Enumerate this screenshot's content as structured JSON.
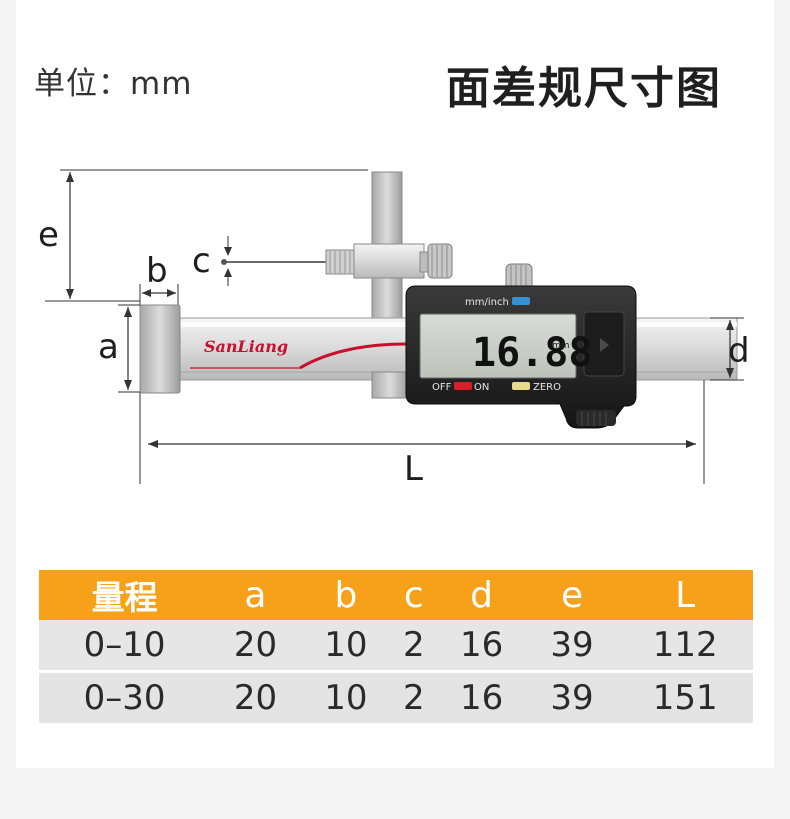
{
  "header": {
    "unit_label": "单位：mm",
    "title": "面差规尺寸图"
  },
  "diagram": {
    "labels": {
      "e": "e",
      "b": "b",
      "c": "c",
      "a": "a",
      "d": "d",
      "L": "L"
    },
    "brand": "SanLiang",
    "unit_toggle_label": "mm/inch",
    "display_value": "16.88",
    "display_unit": "mm",
    "off_label": "OFF",
    "on_label": "ON",
    "zero_label": "ZERO"
  },
  "spec_table": {
    "headers": [
      "量程",
      "a",
      "b",
      "c",
      "d",
      "e",
      "L"
    ],
    "rows": [
      [
        "0–10",
        "20",
        "10",
        "2",
        "16",
        "39",
        "112"
      ],
      [
        "0–30",
        "20",
        "10",
        "2",
        "16",
        "39",
        "151"
      ]
    ]
  },
  "colors": {
    "header_bg": "#f7a019",
    "row_bg": "#e6e6e6",
    "accent_red": "#c8102e",
    "on_button": "#d81e2a",
    "zero_button": "#e9d98b",
    "mm_inch_button": "#3a8fd0"
  }
}
